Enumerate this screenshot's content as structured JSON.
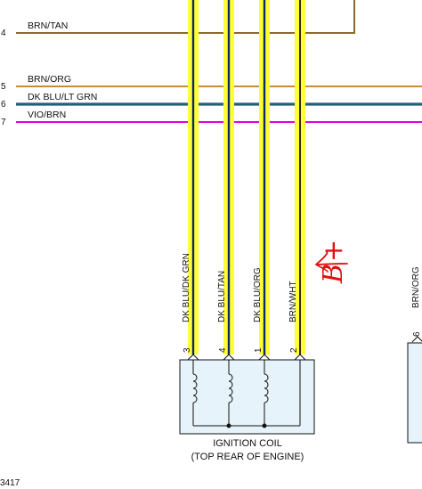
{
  "colors": {
    "brn_tan": "#8b6a2a",
    "brn_org": "#c98a3c",
    "dk_blu": "#0a2a6e",
    "lt_grn": "#2a9d7a",
    "vio_brn": "#e000e0",
    "wire_yellow": "#ffff33",
    "coil_box_fill": "#e6f3fb",
    "annotation_red": "#e01010"
  },
  "left_wires": [
    {
      "pin": "4",
      "label": "BRN/TAN"
    },
    {
      "pin": "5",
      "label": "BRN/ORG"
    },
    {
      "pin": "6",
      "label": "DK BLU/LT GRN"
    },
    {
      "pin": "7",
      "label": "VIO/BRN"
    }
  ],
  "coil_wires": [
    {
      "label": "DK BLU/DK GRN",
      "pin": "3"
    },
    {
      "label": "DK BLU/TAN",
      "pin": "4"
    },
    {
      "label": "DK BLU/ORG",
      "pin": "1"
    },
    {
      "label": "BRN/WHT",
      "pin": "2"
    }
  ],
  "annotation": {
    "text": "B+",
    "icon": "arrow-icon"
  },
  "ignition_coil": {
    "line1": "IGNITION COIL",
    "line2": "(TOP REAR OF ENGINE)"
  },
  "right_component": {
    "wire_label": "BRN/ORG",
    "pin": "6"
  },
  "footer_ref": "3417"
}
